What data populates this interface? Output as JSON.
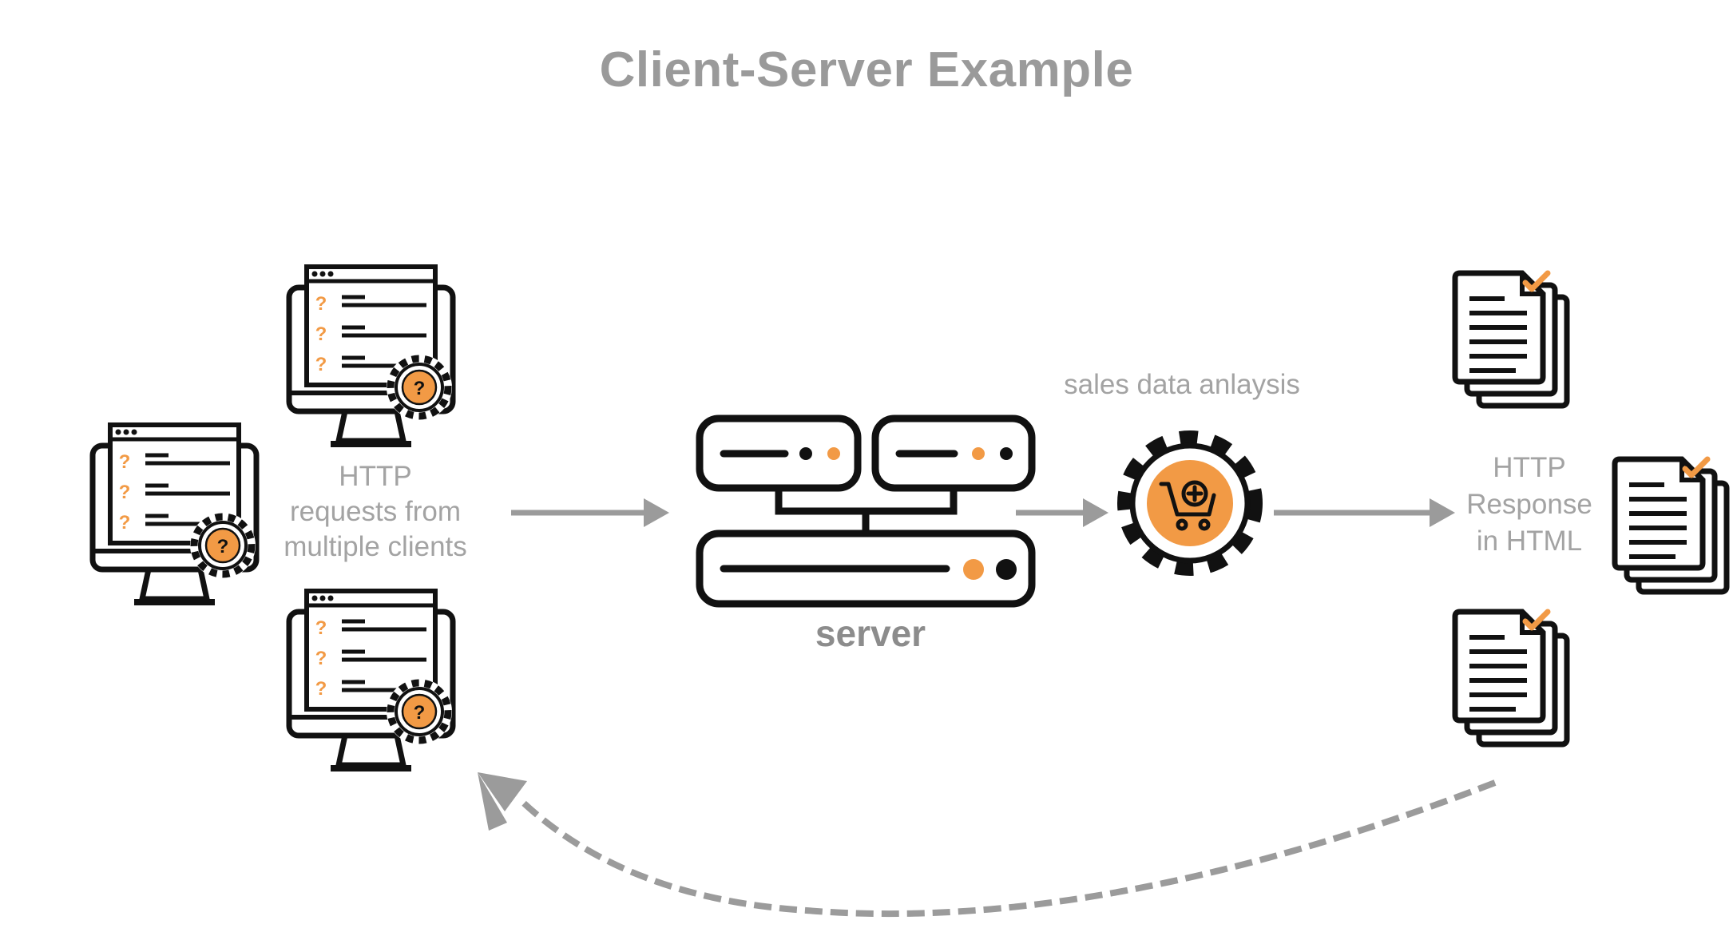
{
  "title": "Client-Server Example",
  "requests_label": [
    "HTTP",
    "requests from",
    "multiple clients"
  ],
  "server_label": "server",
  "analysis_label": "sales data anlaysis",
  "response_label": [
    "HTTP",
    "Response",
    "in HTML"
  ],
  "client_icon": {
    "mark": "?",
    "count": 3
  },
  "gear_mark": "?",
  "colors": {
    "accent": "#f29a45",
    "ink": "#111111",
    "arrow": "#9b9b9b",
    "text": "#a3a3a3"
  },
  "icons": [
    "monitor-icon",
    "question-gear-icon",
    "server-icon",
    "cart-gear-icon",
    "document-stack-icon",
    "check-icon"
  ]
}
